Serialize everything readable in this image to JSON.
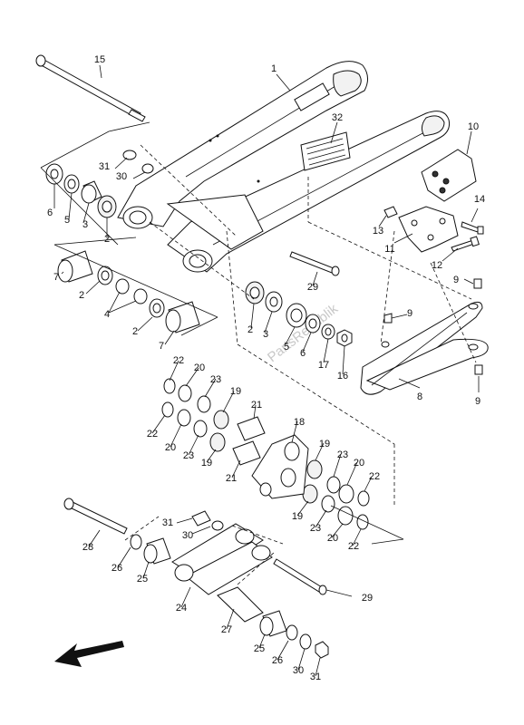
{
  "watermark": "PartsRepublik",
  "callouts": {
    "c1": "1",
    "c2a": "2",
    "c2b": "2",
    "c2c": "2",
    "c2d": "2",
    "c3a": "3",
    "c3b": "3",
    "c4": "4",
    "c5a": "5",
    "c5b": "5",
    "c6a": "6",
    "c6b": "6",
    "c7a": "7",
    "c7b": "7",
    "c8": "8",
    "c9a": "9",
    "c9b": "9",
    "c9c": "9",
    "c10": "10",
    "c11": "11",
    "c12": "12",
    "c13": "13",
    "c14": "14",
    "c15": "15",
    "c16": "16",
    "c17": "17",
    "c18": "18",
    "c19a": "19",
    "c19b": "19",
    "c19c": "19",
    "c19d": "19",
    "c20a": "20",
    "c20b": "20",
    "c20c": "20",
    "c20d": "20",
    "c21a": "21",
    "c21b": "21",
    "c22a": "22",
    "c22b": "22",
    "c22c": "22",
    "c22d": "22",
    "c23a": "23",
    "c23b": "23",
    "c23c": "23",
    "c23d": "23",
    "c24": "24",
    "c25a": "25",
    "c25b": "25",
    "c26a": "26",
    "c26b": "26",
    "c27": "27",
    "c28": "28",
    "c29a": "29",
    "c29b": "29",
    "c30a": "30",
    "c30b": "30",
    "c30c": "30",
    "c31a": "31",
    "c31b": "31",
    "c31c": "31",
    "c32": "32"
  }
}
